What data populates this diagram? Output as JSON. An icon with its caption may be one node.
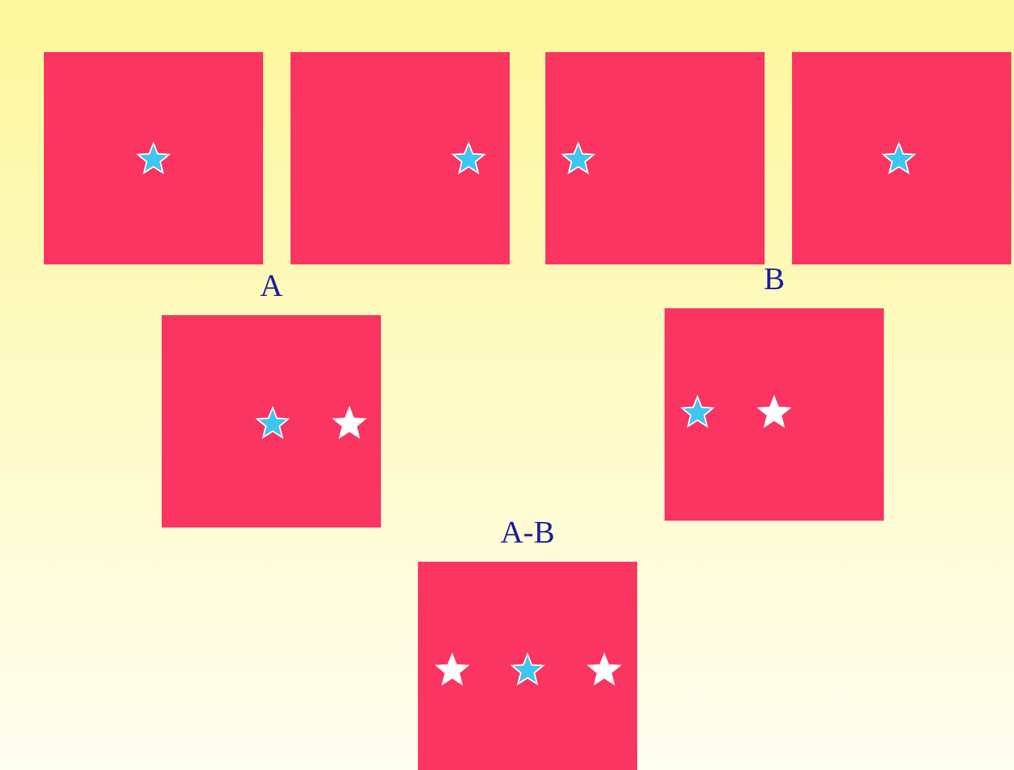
{
  "diagram": {
    "nodes": [
      {
        "text": [],
        "shape": "box"
      },
      {
        "text": [],
        "shape": "box"
      },
      {
        "text": [],
        "shape": "box"
      },
      {
        "text": [],
        "shape": "box"
      },
      {
        "text": [
          "A"
        ]
      },
      {
        "text": [
          "B"
        ]
      },
      {
        "text": [
          "A-B"
        ]
      }
    ],
    "edges": []
  }
}
